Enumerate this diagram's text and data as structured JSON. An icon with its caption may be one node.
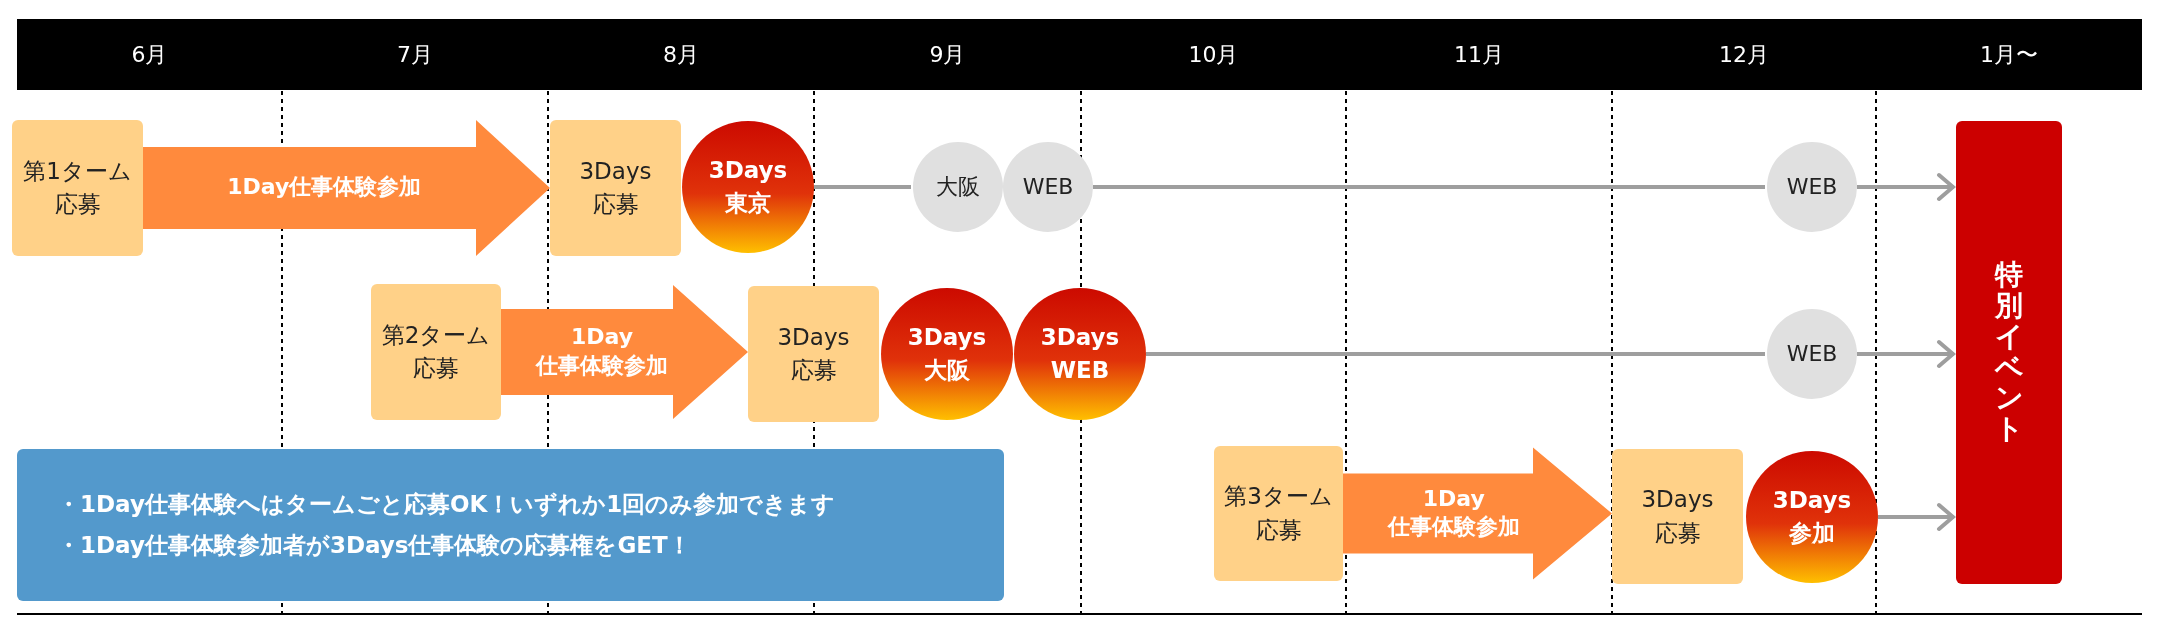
{
  "diagram": {
    "nodes": [
      {
        "text": [
          "第1ターム応募"
        ]
      },
      {
        "text": [
          "3Days応募"
        ]
      },
      {
        "text": [
          "3Days東京"
        ]
      },
      {
        "text": [
          "大阪"
        ]
      },
      {
        "text": [
          "WEB"
        ]
      },
      {
        "text": [
          "WEB"
        ]
      },
      {
        "text": [
          "特別イベント"
        ]
      },
      {
        "text": [
          "第2ターム応募"
        ]
      },
      {
        "text": [
          "3Days応募"
        ]
      },
      {
        "text": [
          "3Days大阪"
        ]
      },
      {
        "text": [
          "3Days WEB"
        ]
      },
      {
        "text": [
          "WEB"
        ]
      },
      {
        "text": [
          "・1Day仕事体験へはタームごと応募OK！いずれか1回のみ参加できます",
          "・1Day仕事体験参加者が3Days仕事体験の応募権をGET！"
        ]
      },
      {
        "text": [
          "第3ターム応募"
        ]
      },
      {
        "text": [
          "3Days応募"
        ]
      },
      {
        "text": [
          "3Days参加"
        ]
      }
    ],
    "edges": [
      {
        "from": 0,
        "to": 1,
        "arrow": "to",
        "label": "1Day仕事体験参加",
        "style": "thick",
        "color": "#ff8a3d"
      },
      {
        "from": 7,
        "to": 8,
        "arrow": "to",
        "label": "1Day仕事体験参加",
        "style": "thick",
        "color": "#ff8a3d"
      },
      {
        "from": 13,
        "to": 14,
        "arrow": "to",
        "label": "1Day仕事体験参加",
        "style": "thick",
        "color": "#ff8a3d"
      },
      {
        "from": 2,
        "to": 3,
        "arrow": "none"
      },
      {
        "from": 4,
        "to": 5,
        "arrow": "none"
      },
      {
        "from": 5,
        "to": 6,
        "arrow": "to"
      },
      {
        "from": 10,
        "to": 11,
        "arrow": "none"
      },
      {
        "from": 11,
        "to": 6,
        "arrow": "to"
      },
      {
        "from": 15,
        "to": 6,
        "arrow": "to"
      }
    ],
    "labels": [
      "6月",
      "7月",
      "8月",
      "9月",
      "10月",
      "11月",
      "12月",
      "1月〜"
    ]
  }
}
